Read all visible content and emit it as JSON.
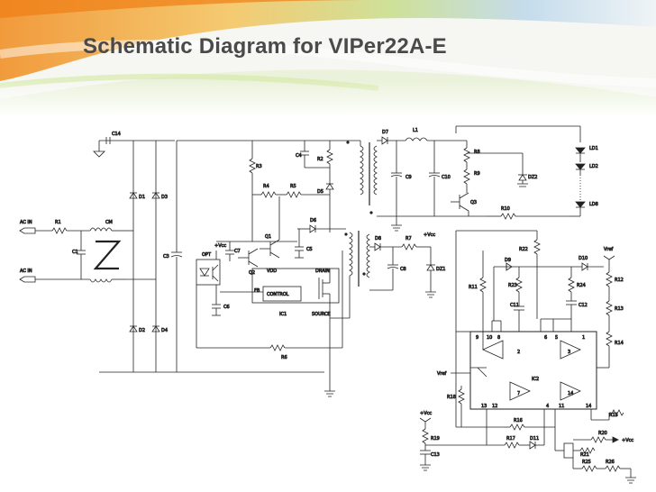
{
  "slide": {
    "title": "Schematic Diagram for VIPer22A-E",
    "colors": {
      "title": "#4a4a4a",
      "accent_orange": "#f08a1c",
      "accent_green": "#9ec94a",
      "accent_blue": "#6fa8dc"
    }
  },
  "schematic": {
    "inputs": [
      "AC IN",
      "AC IN"
    ],
    "components": {
      "c14": "C14",
      "r1": "R1",
      "cm": "CM",
      "c1": "C1",
      "c3": "C3",
      "d1": "D1",
      "d2": "D2",
      "d3": "D3",
      "d4": "D4",
      "r3": "R3",
      "r4": "R4",
      "r5": "R5",
      "c4": "C4",
      "r2": "R2",
      "d5": "D5",
      "d6": "D6",
      "q1": "Q1",
      "q2": "Q2",
      "c5": "C5",
      "c7": "C7",
      "opt": "OPT",
      "c6": "C6",
      "ic1": "IC1",
      "control": "CONTROL",
      "vdd": "VDD",
      "drain": "DRAIN",
      "fb": "FB",
      "source": "SOURCE",
      "r6": "R6",
      "d7": "D7",
      "l1": "L1",
      "c9": "C9",
      "c10": "C10",
      "d8": "D8",
      "r7": "R7",
      "c8": "C8",
      "dz1": "DZ1",
      "r8": "R8",
      "r9": "R9",
      "q3": "Q3",
      "dz2": "DZ2",
      "r10": "R10",
      "ld1": "LD1",
      "ld2": "LD2",
      "ld8": "LD8",
      "r22": "R22",
      "d9": "D9",
      "d10": "D10",
      "r11": "R11",
      "r23": "R23",
      "r24": "R24",
      "c11": "C11",
      "c12": "C12",
      "r12": "R12",
      "r13": "R13",
      "r14": "R14",
      "ic2": "IC2",
      "r18": "R18",
      "r16": "R16",
      "r17": "R17",
      "d11": "D11",
      "r15": "R15",
      "r19": "R19",
      "c13": "C13",
      "r20": "R20",
      "r21": "R21",
      "r25": "R25",
      "r26": "R26"
    },
    "nets": {
      "vcc": "+Vcc",
      "vref": "Vref"
    },
    "pins": [
      "1",
      "2",
      "3",
      "4",
      "5",
      "6",
      "7",
      "8",
      "9",
      "10",
      "11",
      "12",
      "13",
      "14"
    ]
  }
}
